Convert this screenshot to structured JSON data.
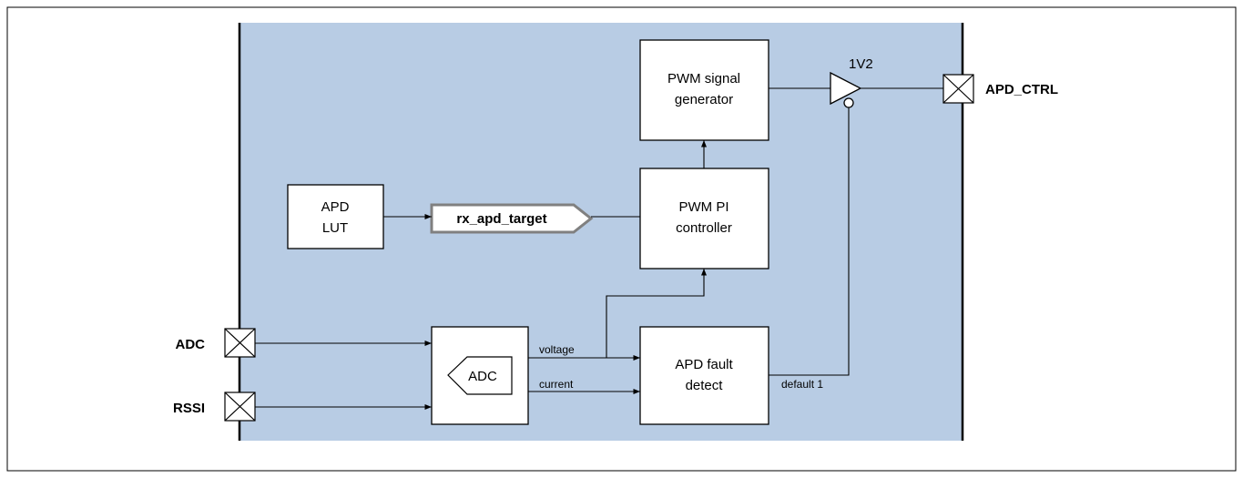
{
  "colors": {
    "panel_fill": "#b8cce4",
    "frame_stroke": "#000000",
    "box_fill": "#ffffff",
    "signal_tag_fill": "#ffffff",
    "signal_tag_stroke": "#808080"
  },
  "blocks": {
    "pwm_signal_generator": {
      "line1": "PWM signal",
      "line2": "generator"
    },
    "pwm_pi_controller": {
      "line1": "PWM PI",
      "line2": "controller"
    },
    "apd_lut": {
      "line1": "APD",
      "line2": "LUT"
    },
    "apd_fault_detect": {
      "line1": "APD fault",
      "line2": "detect"
    },
    "adc_block": {
      "symbol_label": "ADC"
    }
  },
  "signals": {
    "rx_apd_target": "rx_apd_target",
    "voltage": "voltage",
    "current": "current",
    "default_1": "default 1",
    "buffer_voltage": "1V2"
  },
  "pins": {
    "adc": "ADC",
    "rssi": "RSSI",
    "apd_ctrl": "APD_CTRL"
  }
}
